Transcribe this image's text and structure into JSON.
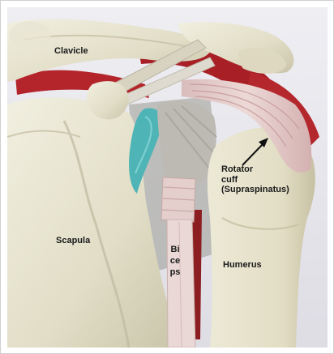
{
  "figure": {
    "labels": {
      "clavicle": "Clavicle",
      "scapula": "Scapula",
      "humerus": "Humerus",
      "biceps": "Biceps",
      "rotator_line1": "Rotator",
      "rotator_line2": "cuff",
      "rotator_line3": "(Supraspinatus)"
    },
    "colors": {
      "bone": "#e6e3cf",
      "bone_shadow": "#c9c5ad",
      "muscle": "#b8262a",
      "tendon": "#e7d3d0",
      "cartilage": "#4fb6b8",
      "background": "#e9e9ef"
    }
  }
}
